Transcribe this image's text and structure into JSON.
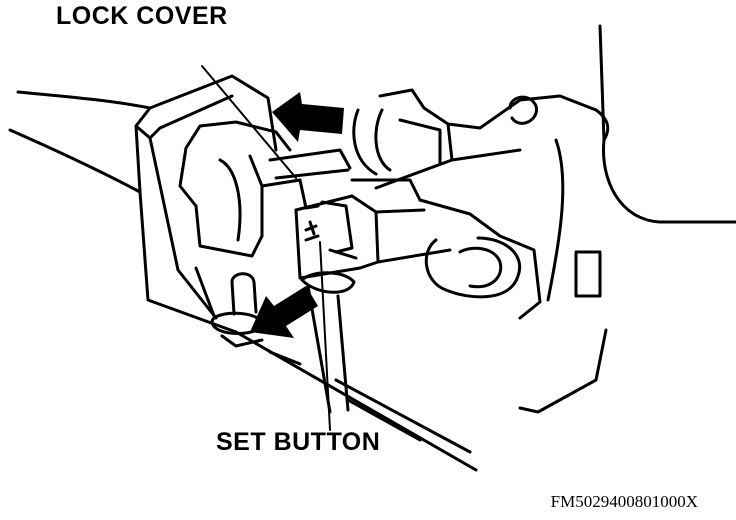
{
  "labels": {
    "lock_cover": "LOCK COVER",
    "set_button": "SET BUTTON"
  },
  "figure_code": "FM5029400801000X",
  "colors": {
    "ink": "#000000",
    "paper": "#ffffff"
  },
  "icons": {
    "release_arrow": "arrow-left-icon",
    "press_arrow": "arrow-down-left-icon"
  }
}
